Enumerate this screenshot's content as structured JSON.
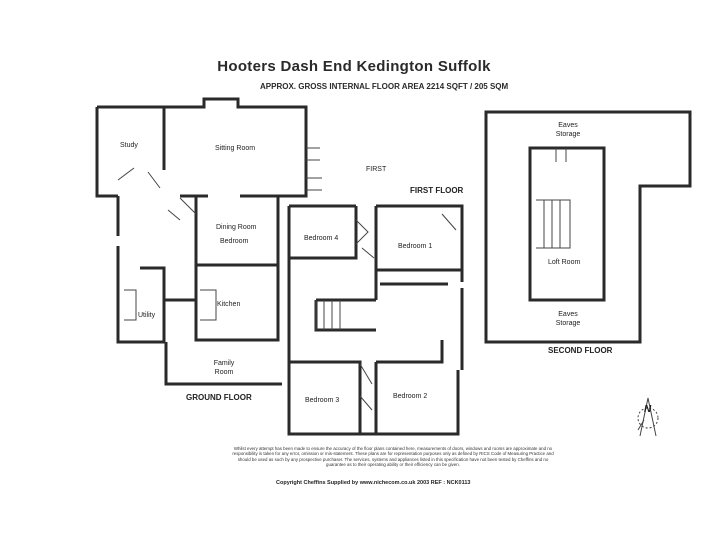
{
  "title": "Hooters Dash End Kedington Suffolk",
  "subtitle": "APPROX. GROSS INTERNAL FLOOR AREA 2214 SQFT / 205 SQM",
  "ground_floor": {
    "label": "GROUND FLOOR",
    "rooms": {
      "study": "Study",
      "sitting_room": "Sitting Room",
      "dining_room": "Dining Room",
      "bedroom": "Bedroom",
      "kitchen": "Kitchen",
      "utility": "Utility",
      "family_room": "Family Room"
    }
  },
  "first_floor": {
    "label": "FIRST FLOOR",
    "label_alt": "FIRST",
    "rooms": {
      "bedroom_4": "Bedroom 4",
      "bedroom_1": "Bedroom 1",
      "bedroom_3": "Bedroom 3",
      "bedroom_2": "Bedroom 2"
    }
  },
  "second_floor": {
    "label": "SECOND FLOOR",
    "rooms": {
      "eaves_storage_top": "Eaves Storage",
      "loft_room": "Loft Room",
      "eaves_storage_bottom": "Eaves Storage"
    }
  },
  "compass": {
    "label": "N"
  },
  "disclaimer": "Whilst every attempt has been made to ensure the accuracy of the floor plans contained here, measurements of doors, windows and rooms are approximate and no responsibility is taken for any error, omission or mis-statement. These plans are for representation purposes only as defined by RICS Code of Measuring Practice and should be used as such by any prospective purchaser. The services, systems and appliances listed in this specification have not been tested by Cheffins and no guarantee as to their operating ability or their efficiency can be given.",
  "copyright": "Copyright Cheffins   Supplied by www.nichecom.co.uk  2003    REF : NCK0113"
}
